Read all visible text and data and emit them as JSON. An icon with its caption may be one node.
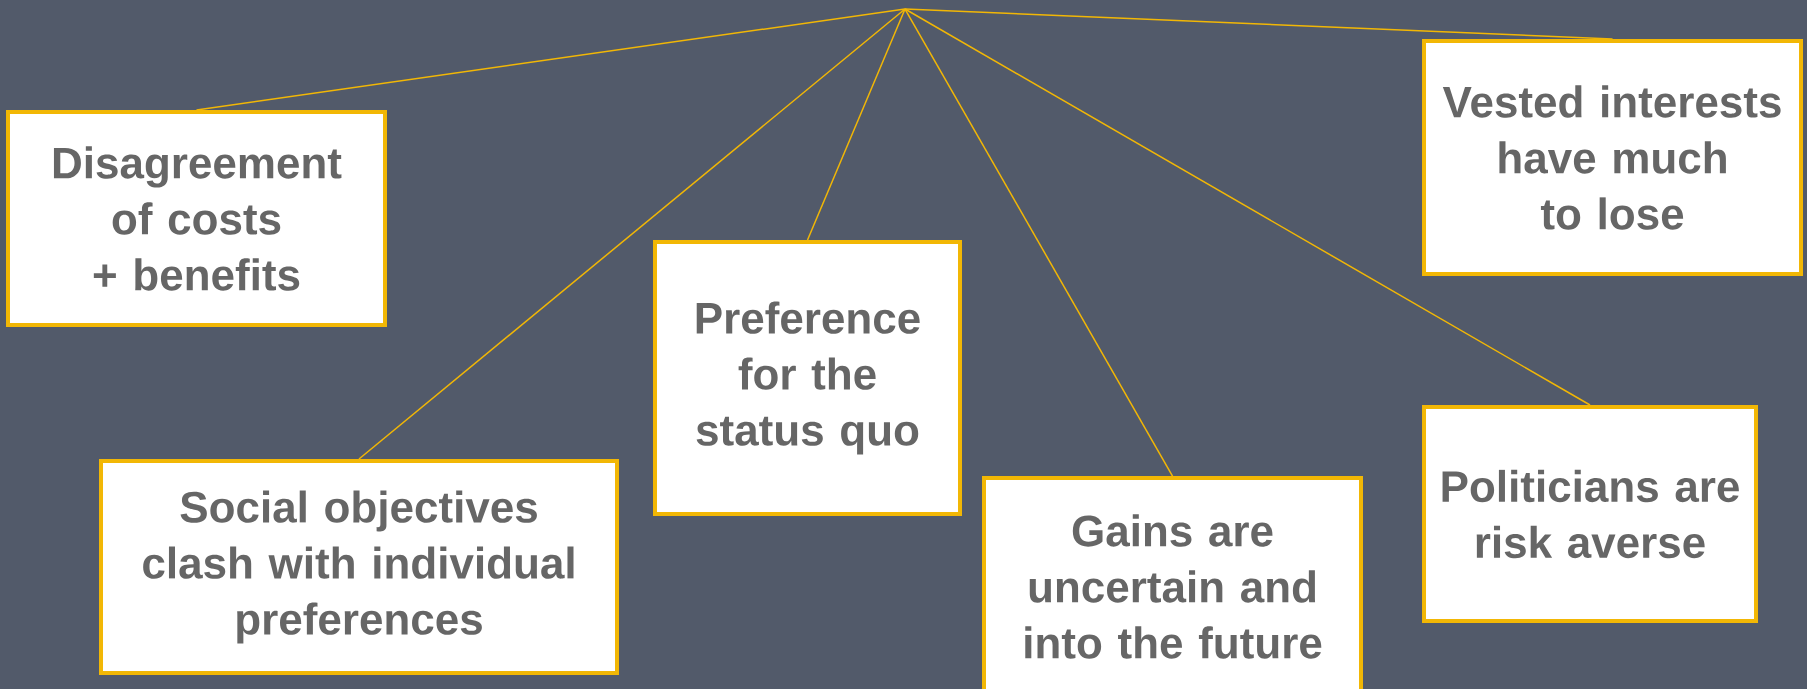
{
  "diagram": {
    "nodes": [
      {
        "text": [
          "Disagreement of costs + benefits"
        ]
      },
      {
        "text": [
          "Vested interests have much to lose"
        ]
      },
      {
        "text": [
          "Preference for the status quo"
        ]
      },
      {
        "text": [
          "Social objectives clash with individual preferences"
        ]
      },
      {
        "text": [
          "Gains are uncertain and into the future"
        ]
      },
      {
        "text": [
          "Politicians are risk averse"
        ]
      }
    ],
    "edges": [
      {
        "from": null,
        "to": 0,
        "arrow": "none"
      },
      {
        "from": null,
        "to": 1,
        "arrow": "none"
      },
      {
        "from": null,
        "to": 2,
        "arrow": "none"
      },
      {
        "from": null,
        "to": 3,
        "arrow": "none"
      },
      {
        "from": null,
        "to": 4,
        "arrow": "none"
      },
      {
        "from": null,
        "to": 5,
        "arrow": "none"
      }
    ]
  }
}
